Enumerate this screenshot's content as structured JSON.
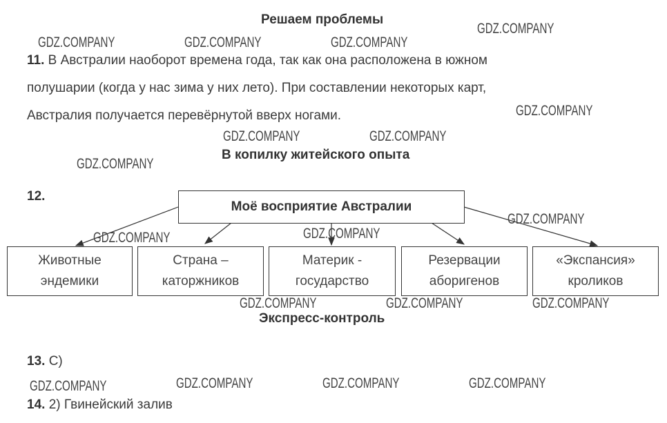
{
  "sections": {
    "problems_title": "Решаем проблемы",
    "experience_title": "В копилку житейского опыта",
    "control_title": "Экспресс-контроль"
  },
  "q11": {
    "num": "11.",
    "lines": [
      "В Австралии наоборот времена года, так как она расположена в южном",
      "полушарии (когда у нас зима у них лето). При составлении некоторых карт,",
      "Австралия получается перевёрнутой вверх ногами."
    ]
  },
  "q12": {
    "num": "12.",
    "diagram": {
      "root": "Моё восприятие Австралии",
      "children": [
        [
          "Животные",
          "эндемики"
        ],
        [
          "Страна –",
          "каторжников"
        ],
        [
          "Материк -",
          "государство"
        ],
        [
          "Резервации",
          "аборигенов"
        ],
        [
          "«Экспансия»",
          "кроликов"
        ]
      ]
    }
  },
  "q13": {
    "num": "13.",
    "answer": "С)"
  },
  "q14": {
    "num": "14.",
    "answer": "2) Гвинейский залив"
  },
  "watermark": "GDZ.COMPANY"
}
